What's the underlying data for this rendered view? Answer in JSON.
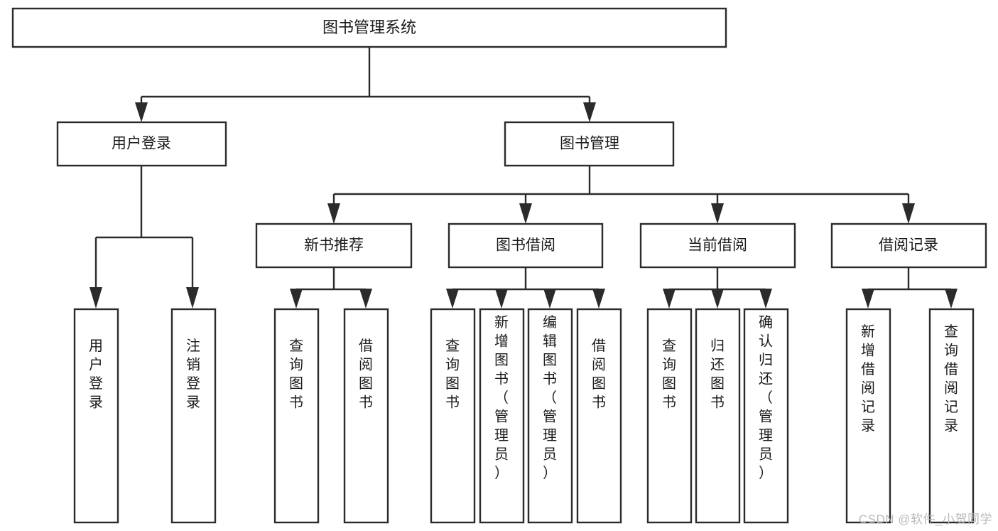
{
  "diagram": {
    "type": "tree-hierarchy-diagram",
    "title_node": {
      "label": "图书管理系统"
    },
    "level2": [
      {
        "id": "user-login",
        "label": "用户登录"
      },
      {
        "id": "book-management",
        "label": "图书管理"
      }
    ],
    "level3": [
      {
        "id": "new-book-recommend",
        "label": "新书推荐"
      },
      {
        "id": "book-borrow",
        "label": "图书借阅"
      },
      {
        "id": "current-borrow",
        "label": "当前借阅"
      },
      {
        "id": "borrow-record",
        "label": "借阅记录"
      }
    ],
    "leaves": {
      "user_login": [
        {
          "id": "leaf-user-login",
          "label": "用户登录"
        },
        {
          "id": "leaf-logout-login",
          "label": "注销登录"
        }
      ],
      "new_book_recommend": [
        {
          "id": "leaf-query-book-1",
          "label": "查询图书"
        },
        {
          "id": "leaf-borrow-book-1",
          "label": "借阅图书"
        }
      ],
      "book_borrow": [
        {
          "id": "leaf-query-book-2",
          "label": "查询图书"
        },
        {
          "id": "leaf-add-book",
          "label": "新增图书（管理员）"
        },
        {
          "id": "leaf-edit-book",
          "label": "编辑图书（管理员）"
        },
        {
          "id": "leaf-borrow-book-2",
          "label": "借阅图书"
        }
      ],
      "current_borrow": [
        {
          "id": "leaf-query-book-3",
          "label": "查询图书"
        },
        {
          "id": "leaf-return-book",
          "label": "归还图书"
        },
        {
          "id": "leaf-confirm-return",
          "label": "确认归还（管理员）"
        }
      ],
      "borrow_record": [
        {
          "id": "leaf-add-record",
          "label": "新增借阅记录"
        },
        {
          "id": "leaf-query-record",
          "label": "查询借阅记录"
        }
      ]
    },
    "colors": {
      "stroke": "#2b2b2b",
      "fill": "#ffffff",
      "text": "#1a1a1a",
      "watermark": "#b9b9b9",
      "background": "#ffffff"
    }
  },
  "watermark": {
    "text": "CSDN @软件_小贺同学"
  }
}
